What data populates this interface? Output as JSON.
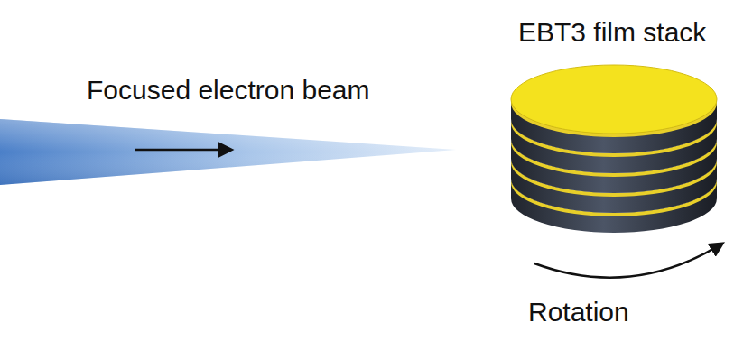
{
  "diagram": {
    "labels": [
      "EBT3 film stack",
      "Focused electron beam",
      "Rotation"
    ]
  }
}
